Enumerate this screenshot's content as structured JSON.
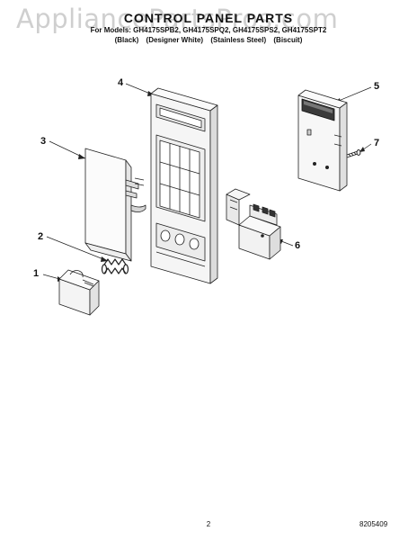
{
  "watermark": "AppliancePartsPros.com",
  "header": {
    "title": "CONTROL PANEL PARTS",
    "models": "For Models: GH4175SPB2, GH4175SPQ2, GH4175SPS2, GH4175SPT2",
    "variants": [
      "(Black)",
      "(Designer White)",
      "(Stainless Steel)",
      "(Biscuit)"
    ]
  },
  "callouts": [
    "1",
    "2",
    "3",
    "4",
    "5",
    "6",
    "7"
  ],
  "footer": {
    "page_number": "2",
    "document_code": "8205409"
  }
}
